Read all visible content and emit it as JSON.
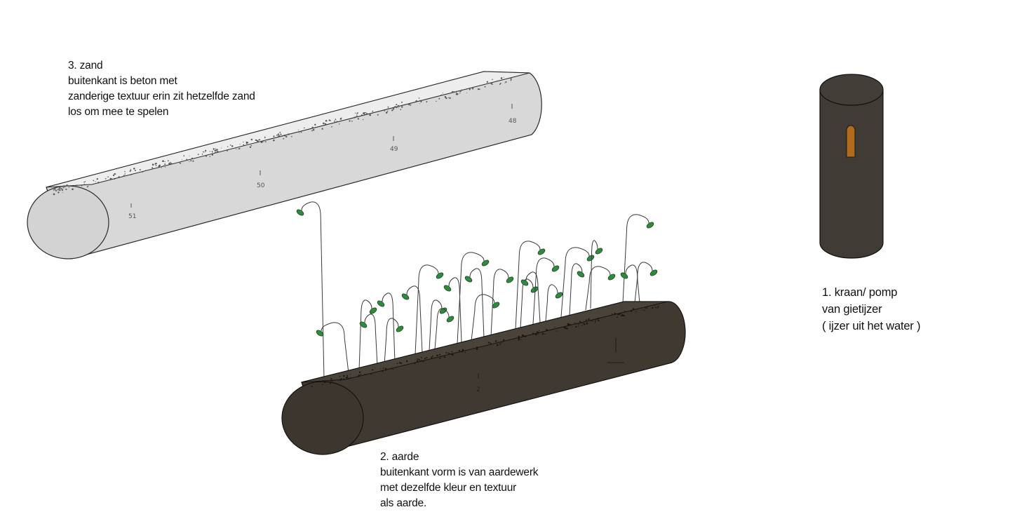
{
  "captions": {
    "sand": {
      "title": "3. zand",
      "lines": [
        "buitenkant is beton met",
        "zanderige textuur erin zit hetzelfde zand",
        "los om mee te spelen"
      ]
    },
    "earth": {
      "title": "2. aarde",
      "lines": [
        "buitenkant vorm is van aardewerk",
        "met dezelfde kleur en textuur",
        "als aarde."
      ]
    },
    "pump": {
      "title": "1. kraan/ pomp",
      "lines": [
        "van gietijzer",
        "( ijzer uit het water )"
      ]
    }
  },
  "sand_tube_markers": [
    "51",
    "50",
    "49",
    "48"
  ],
  "earth_tube_markers": [
    "2"
  ],
  "colors": {
    "concrete": "#d9d8d8",
    "earth": "#3f3931",
    "cast_iron": "#403b34",
    "tap_handle": "#b26a1c",
    "leaf": "#2e8b3e",
    "stem": "#3a3a3a"
  }
}
